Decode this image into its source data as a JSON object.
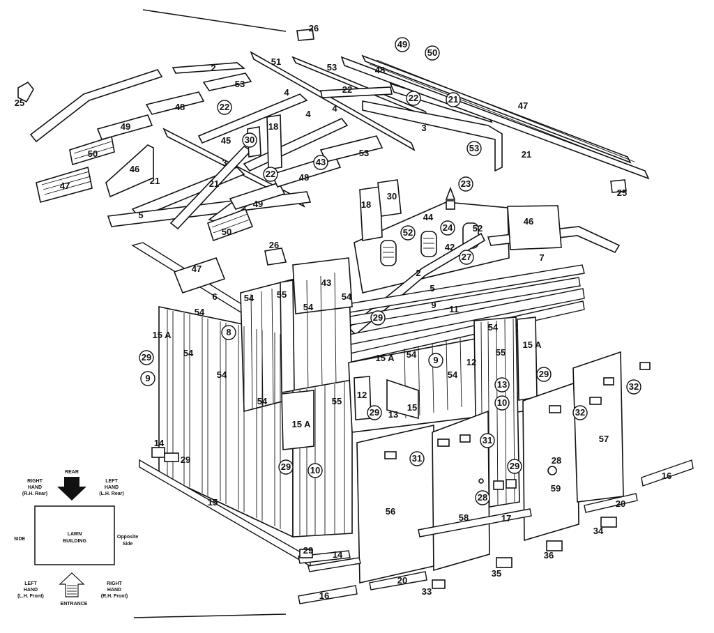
{
  "colors": {
    "ink": "#111111",
    "paper": "#ffffff"
  },
  "callouts": [
    "2",
    "3",
    "4",
    "5",
    "6",
    "7",
    "8",
    "9",
    "10",
    "11",
    "12",
    "13",
    "14",
    "15",
    "15 A",
    "16",
    "17",
    "18",
    "20",
    "21",
    "22",
    "23",
    "24",
    "25",
    "26",
    "27",
    "28",
    "29",
    "30",
    "31",
    "32",
    "33",
    "34",
    "35",
    "36",
    "42",
    "43",
    "44",
    "45",
    "46",
    "47",
    "48",
    "49",
    "50",
    "51",
    "52",
    "53",
    "54",
    "55",
    "56",
    "57",
    "58",
    "59"
  ],
  "legend": {
    "rear": "REAR",
    "right_hand_rear": [
      "RIGHT",
      "HAND",
      "(R.H. Rear)"
    ],
    "left_hand_rear": [
      "LEFT",
      "HAND",
      "(L.H. Rear)"
    ],
    "center": [
      "LAWN",
      "BUILDING"
    ],
    "side": "SIDE",
    "opposite_side": [
      "Opposite",
      "Side"
    ],
    "left_hand_front": [
      "LEFT",
      "HAND",
      "(L.H. Front)"
    ],
    "right_hand_front": [
      "RIGHT",
      "HAND",
      "(R.H. Front)"
    ],
    "entrance": "ENTRANCE",
    "arrow_icon": "down-arrow-icon"
  }
}
